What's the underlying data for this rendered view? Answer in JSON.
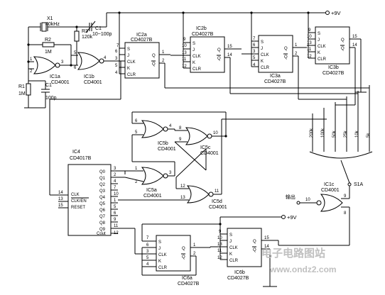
{
  "supply": {
    "top": "+9V",
    "mid": "+9V"
  },
  "crystal": {
    "ref": "X1",
    "freq": "40kHz"
  },
  "resistors": {
    "r1": "R1",
    "r1v": "1M",
    "r2": "R2",
    "r2v": "1M",
    "r3": "R3",
    "r3v": "120k"
  },
  "capacitors": {
    "c1": "C1",
    "c1v": "10~100p",
    "c1b": "C1",
    "c1bv": "100p"
  },
  "ics": {
    "ic1a": "IC1a",
    "ic1a_t": "CD4001",
    "ic1b": "IC1b",
    "ic1b_t": "CD4001",
    "ic2a": "IC2a",
    "ic2a_t": "CD4027B",
    "ic2b": "IC2b",
    "ic2b_t": "CD4027B",
    "ic3a": "IC3a",
    "ic3a_t": "CD4027B",
    "ic3b": "IC3b",
    "ic3b_t": "CD4027B",
    "ic4": "IC4",
    "ic4_t": "CD4017B",
    "ic5a": "IC5a",
    "ic5a_t": "CD4001",
    "ic5b": "IC5b",
    "ic5b_t": "CD4001",
    "ic5c": "IC5c",
    "ic5c_t": "CD4001",
    "ic5d": "IC5d",
    "ic5d_t": "CD4001",
    "ic1c": "IC1c",
    "ic1c_t": "CD4001",
    "ic6a": "IC6a",
    "ic6a_t": "CD4027B",
    "ic6b": "IC6b",
    "ic6b_t": "CD4027B"
  },
  "ff_pins": {
    "s": "S",
    "j": "J",
    "clk": "CLK",
    "k": "K",
    "clr": "CLR",
    "q": "Q",
    "qb": "Q"
  },
  "counter_pins": {
    "q0": "Q0",
    "q1": "Q1",
    "q2": "Q2",
    "q3": "Q3",
    "q4": "Q4",
    "q5": "Q5",
    "q6": "Q6",
    "q7": "Q7",
    "q8": "Q8",
    "q9": "Q9",
    "cout": "Cout",
    "clk": "CLK",
    "clken": "CLK/EN",
    "reset": "RESET"
  },
  "switch": {
    "ref": "S1A",
    "pos": [
      "200k",
      "100k",
      "50k",
      "25k",
      "10k",
      "5k"
    ]
  },
  "output_label": "输出",
  "watermark": {
    "cn": "电子电路图站",
    "url": "www.ondz2.com"
  }
}
